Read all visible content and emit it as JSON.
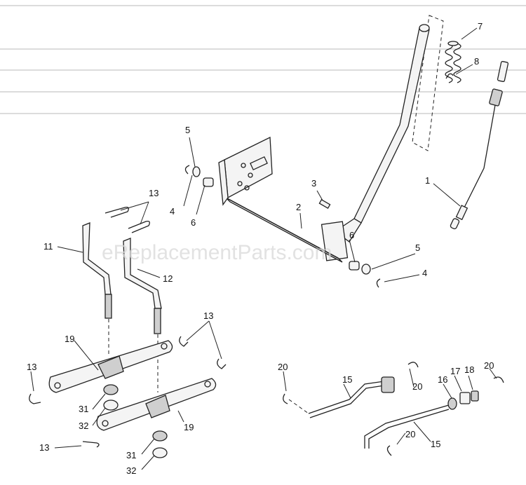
{
  "watermark": "eReplacementParts.com",
  "callouts": {
    "c1": "1",
    "c2": "2",
    "c3": "3",
    "c4a": "4",
    "c4b": "4",
    "c5a": "5",
    "c5b": "5",
    "c6a": "6",
    "c6b": "6",
    "c7": "7",
    "c8": "8",
    "c11": "11",
    "c12": "12",
    "c13a": "13",
    "c13b": "13",
    "c13c": "13",
    "c13d": "13",
    "c15a": "15",
    "c15b": "15",
    "c16": "16",
    "c17": "17",
    "c18": "18",
    "c19a": "19",
    "c19b": "19",
    "c20a": "20",
    "c20b": "20",
    "c20c": "20",
    "c20d": "20",
    "c31a": "31",
    "c31b": "31",
    "c32a": "32",
    "c32b": "32"
  }
}
